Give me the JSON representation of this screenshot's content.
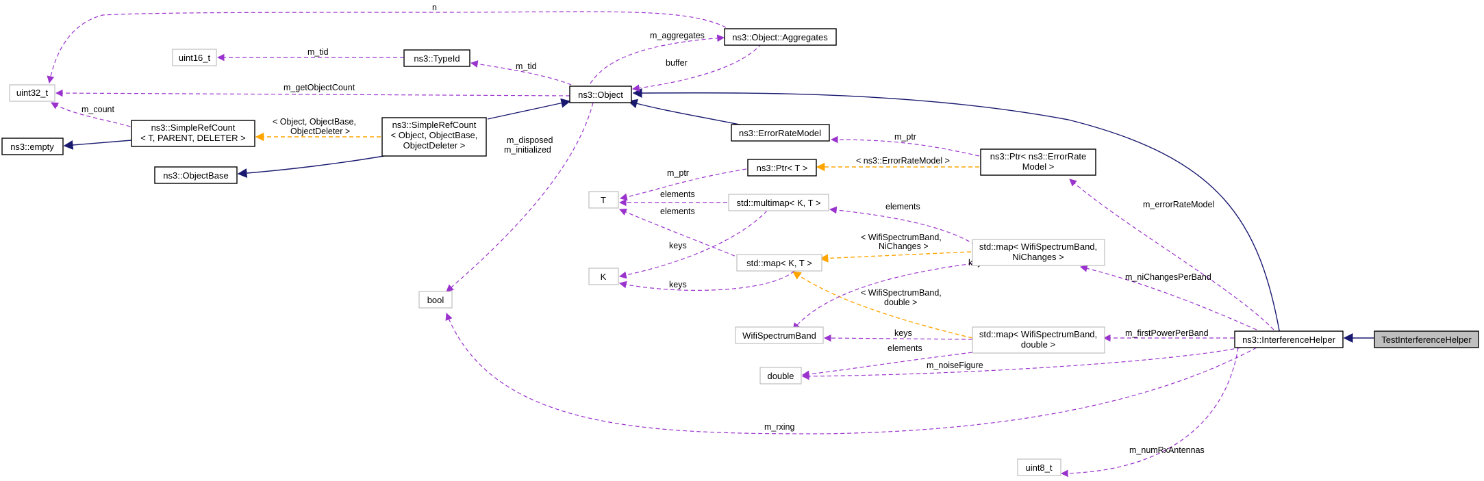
{
  "diagram": {
    "nodes": {
      "uint32_t": "uint32_t",
      "uint16_t": "uint16_t",
      "ns3_empty": "ns3::empty",
      "ns3_objectbase": "ns3::ObjectBase",
      "simplerefcount_tpl_1": "ns3::SimpleRefCount",
      "simplerefcount_tpl_2": "< T, PARENT, DELETER >",
      "simplerefcount_1": "ns3::SimpleRefCount",
      "simplerefcount_2": "< Object, ObjectBase,",
      "simplerefcount_3": "ObjectDeleter >",
      "typeid": "ns3::TypeId",
      "object": "ns3::Object",
      "aggregates": "ns3::Object::Aggregates",
      "bool": "bool",
      "errorratemodel": "ns3::ErrorRateModel",
      "ptr_t": "ns3::Ptr< T >",
      "T": "T",
      "multimap": "std::multimap< K, T >",
      "K": "K",
      "map_kt": "std::map< K, T >",
      "wifispectrumband": "WifiSpectrumBand",
      "double": "double",
      "uint8_t": "uint8_t",
      "ptr_erm_1": "ns3::Ptr< ns3::ErrorRate",
      "ptr_erm_2": "Model >",
      "map_nichanges_1": "std::map< WifiSpectrumBand,",
      "map_nichanges_2": "NiChanges >",
      "map_double_1": "std::map< WifiSpectrumBand,",
      "map_double_2": "double >",
      "interferencehelper": "ns3::InterferenceHelper",
      "testinterferencehelper": "TestInterferenceHelper"
    },
    "edge_labels": {
      "n": "n",
      "m_tid_1": "m_tid",
      "m_tid_2": "m_tid",
      "m_aggregates": "m_aggregates",
      "buffer": "buffer",
      "m_getObjectCount": "m_getObjectCount",
      "m_count": "m_count",
      "tpl_object_1": "< Object, ObjectBase,",
      "tpl_object_2": "ObjectDeleter >",
      "m_disposed": "m_disposed",
      "m_initialized": "m_initialized",
      "m_ptr_1": "m_ptr",
      "m_ptr_2": "m_ptr",
      "tpl_erm": "< ns3::ErrorRateModel >",
      "elements_1": "elements",
      "elements_2": "elements",
      "elements_3": "elements",
      "elements_4": "elements",
      "keys_1": "keys",
      "keys_2": "keys",
      "keys_3": "keys",
      "keys_4": "keys",
      "tpl_nichanges_1": "< WifiSpectrumBand,",
      "tpl_nichanges_2": "NiChanges >",
      "tpl_double_1": "< WifiSpectrumBand,",
      "tpl_double_2": "double >",
      "m_errorRateModel": "m_errorRateModel",
      "m_niChangesPerBand": "m_niChangesPerBand",
      "m_firstPowerPerBand": "m_firstPowerPerBand",
      "m_noiseFigure": "m_noiseFigure",
      "m_rxing": "m_rxing",
      "m_numRxAntennas": "m_numRxAntennas"
    },
    "colors": {
      "usage_edge": "#9a32cd",
      "inheritance_edge": "#191970",
      "template_edge": "#ffa500",
      "external_node_border": "#bfbfbf",
      "focus_node_fill": "#bfbfbf"
    }
  }
}
